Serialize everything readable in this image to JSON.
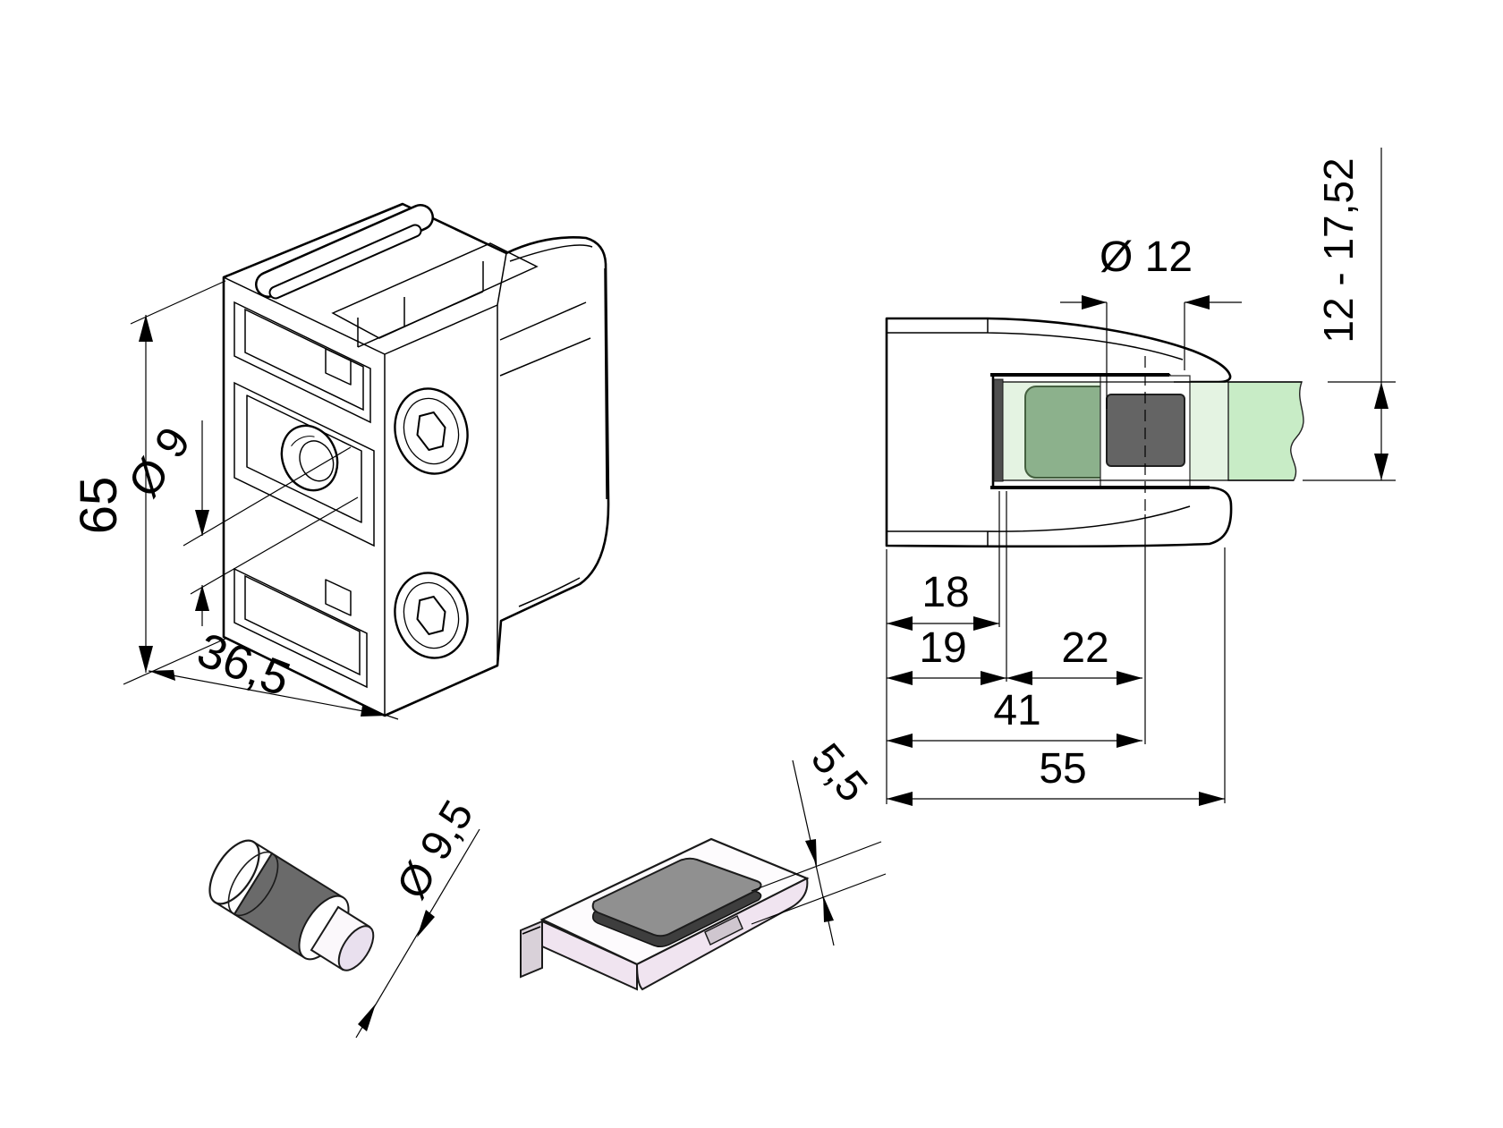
{
  "drawing": {
    "dimensions": {
      "height": "65",
      "mount_hole": "Ø 9",
      "width": "36,5",
      "pin_hole_diameter": "Ø 12",
      "glass_thickness_range": "12 - 17,52",
      "glass_inset": "18",
      "rubber_inset": "19",
      "pin_offset_from_rubber": "22",
      "pin_offset_from_back": "41",
      "overall_depth": "55",
      "pin_diameter": "Ø 9,5",
      "gasket_thickness": "5,5"
    },
    "colors": {
      "glass_green": "#c8ecc6",
      "glass_green_pale": "#e4f3e2",
      "rubber_pad_green": "#8cb18c",
      "pin_gray": "#646464",
      "gasket_pad_gray": "#909090",
      "surface_pink": "#f0e4f0",
      "line": "#000000"
    }
  }
}
